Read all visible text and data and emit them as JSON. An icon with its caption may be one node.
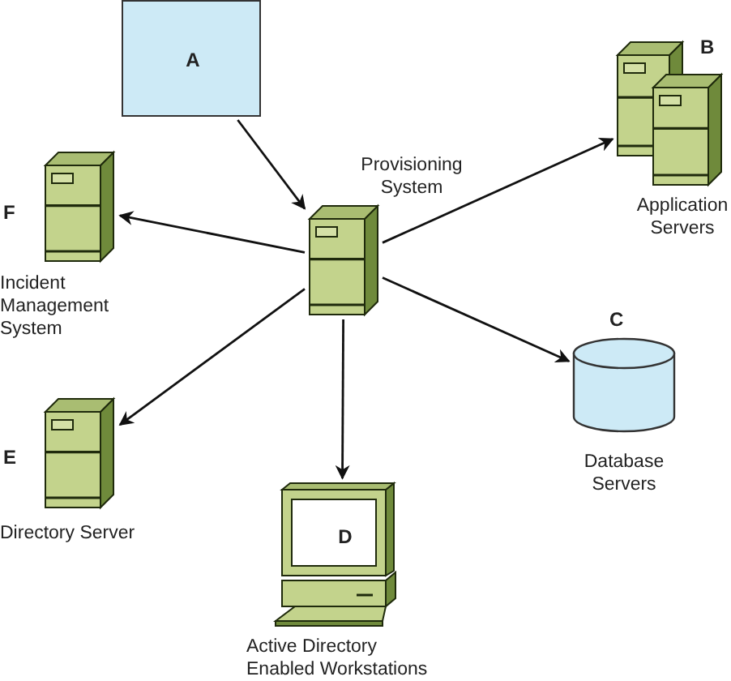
{
  "diagram": {
    "nodes": [
      {
        "text": [
          "A"
        ]
      },
      {
        "text": [
          "Provisioning System"
        ]
      },
      {
        "text": [
          "B",
          "Application Servers"
        ]
      },
      {
        "text": [
          "C",
          "Database Servers"
        ]
      },
      {
        "text": [
          "D",
          "Active Directory Enabled Workstations"
        ]
      },
      {
        "text": [
          "E",
          "Directory Server"
        ]
      },
      {
        "text": [
          "F",
          "Incident Management System"
        ]
      }
    ],
    "edges": [
      {
        "from": 0,
        "to": 1,
        "arrow": "to"
      },
      {
        "from": 1,
        "to": 2,
        "arrow": "to"
      },
      {
        "from": 1,
        "to": 3,
        "arrow": "to"
      },
      {
        "from": 1,
        "to": 4,
        "arrow": "to"
      },
      {
        "from": 1,
        "to": 5,
        "arrow": "to"
      },
      {
        "from": 1,
        "to": 6,
        "arrow": "to"
      }
    ]
  }
}
